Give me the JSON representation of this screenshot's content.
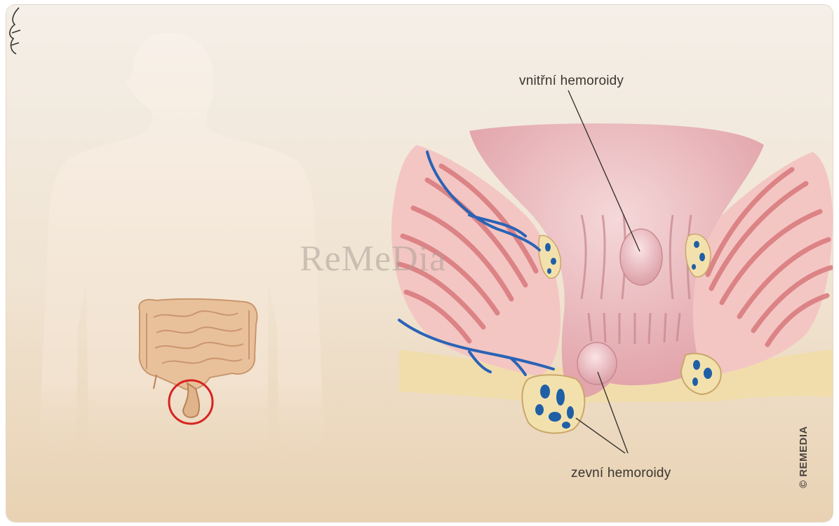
{
  "labels": {
    "internal_hemorrhoids": "vnitřní hemoroidy",
    "external_hemorrhoids": "zevní hemoroidy"
  },
  "watermark": "ReMeDia",
  "copyright": "© REMEDIA",
  "colors": {
    "background_top": "#f3ede5",
    "background_bottom": "#ecd9be",
    "silhouette": "#f7eee4",
    "intestine": "#e6bd93",
    "highlight_circle": "#d8231f",
    "mucosa": "#ecb9bd",
    "muscle": "#e08a8c",
    "vein": "#2a63b6",
    "fat": "#f3dfa6"
  }
}
